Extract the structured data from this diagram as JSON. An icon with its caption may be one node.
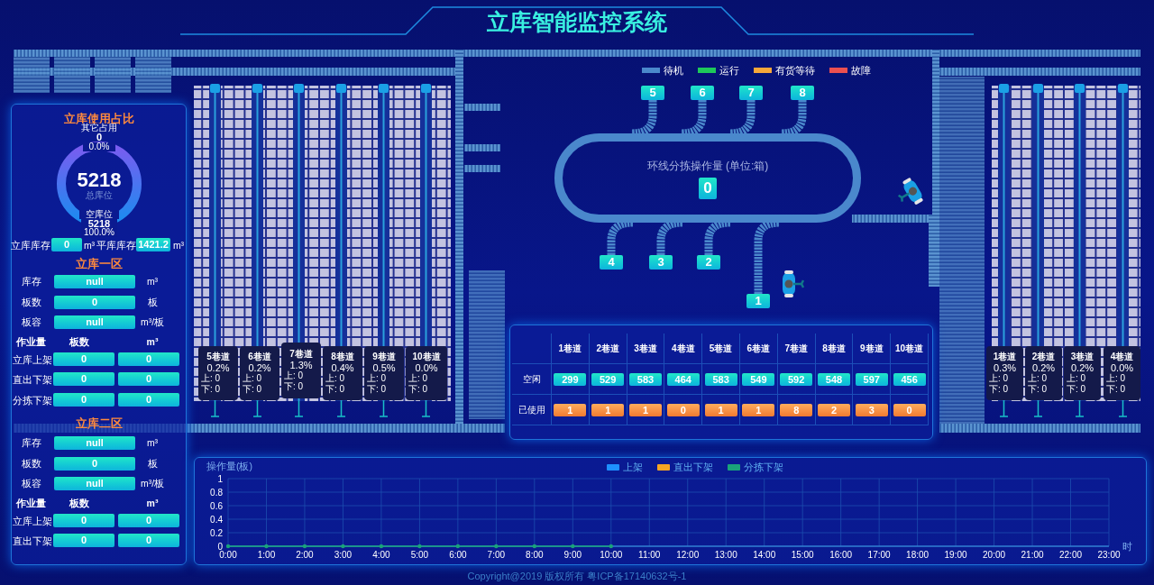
{
  "diagram": {
    "title": "立库智能监控系统",
    "nodes": [
      {
        "text": [
          "5"
        ]
      },
      {
        "text": [
          "6"
        ]
      },
      {
        "text": [
          "7"
        ]
      },
      {
        "text": [
          "8"
        ]
      },
      {
        "text": [
          "环线分拣操作量 (单位:箱)"
        ]
      },
      {
        "text": [
          "0"
        ],
        "in": 4
      },
      {
        "text": [
          "4"
        ]
      },
      {
        "text": [
          "3"
        ]
      },
      {
        "text": [
          "2"
        ]
      },
      {
        "text": [
          "1"
        ]
      },
      {
        "text": [
          "5巷道",
          "0.2%",
          "上: 0",
          "下: 0"
        ]
      },
      {
        "text": [
          "6巷道",
          "0.2%",
          "上: 0",
          "下: 0"
        ]
      },
      {
        "text": [
          "7巷道",
          "1.3%",
          "上: 0",
          "下: 0"
        ]
      },
      {
        "text": [
          "8巷道",
          "0.4%",
          "上: 0",
          "下: 0"
        ]
      },
      {
        "text": [
          "9巷道",
          "0.5%",
          "上: 0",
          "下: 0"
        ]
      },
      {
        "text": [
          "10巷道",
          "0.0%",
          "上: 0",
          "下: 0"
        ]
      },
      {
        "text": [
          "1巷道",
          "0.3%",
          "上: 0",
          "下: 0"
        ]
      },
      {
        "text": [
          "2巷道",
          "0.2%",
          "上: 0",
          "下: 0"
        ]
      },
      {
        "text": [
          "3巷道",
          "0.2%",
          "上: 0",
          "下: 0"
        ]
      },
      {
        "text": [
          "4巷道",
          "0.0%",
          "上: 0",
          "下: 0"
        ]
      }
    ],
    "edges": [
      {
        "from": 0,
        "to": 4,
        "arrow": "none"
      },
      {
        "from": 1,
        "to": 4,
        "arrow": "none"
      },
      {
        "from": 2,
        "to": 4,
        "arrow": "none"
      },
      {
        "from": 3,
        "to": 4,
        "arrow": "none"
      },
      {
        "from": 6,
        "to": 4,
        "arrow": "none"
      },
      {
        "from": 7,
        "to": 4,
        "arrow": "none"
      },
      {
        "from": 8,
        "to": 4,
        "arrow": "none"
      },
      {
        "from": 9,
        "to": 4,
        "arrow": "none"
      }
    ],
    "labels": [
      "立库使用占比",
      "其它占用",
      "0",
      "0.0%",
      "5218",
      "总库位",
      "空库位",
      "5218",
      "100.0%",
      "立库库存",
      "0",
      "m³",
      "平库库存",
      "1421.2",
      "m³",
      "立库一区",
      "库存",
      "null",
      "m³",
      "板数",
      "0",
      "板",
      "板容",
      "null",
      "m³/板",
      "作业量",
      "板数",
      "m³",
      "立库上架",
      "0",
      "0",
      "直出下架",
      "0",
      "0",
      "分拣下架",
      "0",
      "0",
      "立库二区",
      "库存",
      "null",
      "m³",
      "板数",
      "0",
      "板",
      "板容",
      "null",
      "m³/板",
      "作业量",
      "板数",
      "m³",
      "立库上架",
      "0",
      "0",
      "直出下架",
      "0",
      "0",
      "1巷道",
      "2巷道",
      "3巷道",
      "4巷道",
      "5巷道",
      "6巷道",
      "7巷道",
      "8巷道",
      "9巷道",
      "10巷道",
      "空闲",
      "299",
      "529",
      "583",
      "464",
      "583",
      "549",
      "592",
      "548",
      "597",
      "456",
      "已使用",
      "1",
      "1",
      "1",
      "0",
      "1",
      "1",
      "8",
      "2",
      "3",
      "0",
      "Copyright@2019 版权所有 粤ICP备17140632号-1"
    ],
    "legend": [
      {
        "text": "待机",
        "color": "#4a88cc"
      },
      {
        "text": "运行",
        "color": "#1ec85a"
      },
      {
        "text": "有货等待",
        "color": "#f7a83a"
      },
      {
        "text": "故障",
        "color": "#ec5050"
      }
    ],
    "chart_data": {
      "type": "line",
      "ylabel": "操作量(板)",
      "xlabel": "时",
      "categories": [
        "0:00",
        "1:00",
        "2:00",
        "3:00",
        "4:00",
        "5:00",
        "6:00",
        "7:00",
        "8:00",
        "9:00",
        "10:00",
        "11:00",
        "12:00",
        "13:00",
        "14:00",
        "15:00",
        "16:00",
        "17:00",
        "18:00",
        "19:00",
        "20:00",
        "21:00",
        "22:00",
        "23:00"
      ],
      "ylim": [
        0,
        1
      ],
      "yticks": [
        0,
        0.2,
        0.4,
        0.6,
        0.8,
        1
      ],
      "grid": true,
      "legend": "top",
      "series": [
        {
          "name": "上架",
          "color": "#1e90ff",
          "values": [
            null,
            null,
            null,
            null,
            null,
            null,
            null,
            null,
            null,
            null,
            null,
            null,
            null,
            null,
            null,
            null,
            null,
            null,
            null,
            null,
            null,
            null,
            null,
            null
          ]
        },
        {
          "name": "直出下架",
          "color": "#f5a623",
          "values": [
            null,
            null,
            null,
            null,
            null,
            null,
            null,
            null,
            null,
            null,
            null,
            null,
            null,
            null,
            null,
            null,
            null,
            null,
            null,
            null,
            null,
            null,
            null,
            null
          ]
        },
        {
          "name": "分拣下架",
          "color": "#1aa37a",
          "values": [
            0,
            0,
            0,
            0,
            0,
            0,
            0,
            0,
            0,
            0,
            0,
            null,
            null,
            null,
            null,
            null,
            null,
            null,
            null,
            null,
            null,
            null,
            null,
            null
          ]
        }
      ]
    }
  }
}
